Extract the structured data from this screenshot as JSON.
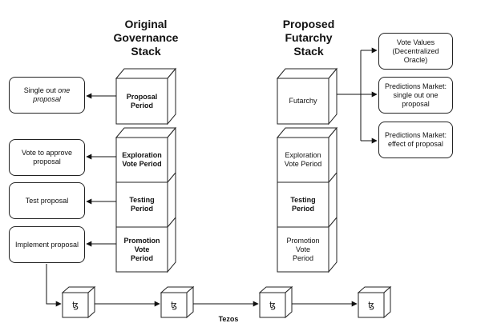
{
  "headings": {
    "original": "Original\nGovernance\nStack",
    "proposed": "Proposed\nFutarchy\nStack"
  },
  "original_stack": {
    "proposal_period": "Proposal\nPeriod",
    "exploration": "Exploration\nVote Period",
    "testing": "Testing\nPeriod",
    "promotion": "Promotion\nVote\nPeriod"
  },
  "original_actions": {
    "single_out_prefix": "Single out ",
    "single_out_italic": "one",
    "single_out_suffix": " proposal",
    "vote_approve": "Vote to approve proposal",
    "test_proposal": "Test proposal",
    "implement": "Implement proposal"
  },
  "futarchy_stack": {
    "futarchy": "Futarchy",
    "exploration": "Exploration\nVote Period",
    "testing": "Testing\nPeriod",
    "promotion": "Promotion\nVote\nPeriod"
  },
  "futarchy_outputs": {
    "vote_values": "Vote Values (Decentralized Oracle)",
    "predictions_single": "Predictions Market: single out one proposal",
    "predictions_effect": "Predictions Market: effect of proposal"
  },
  "chain": {
    "glyph": "ꜩ",
    "label": "Tezos"
  }
}
